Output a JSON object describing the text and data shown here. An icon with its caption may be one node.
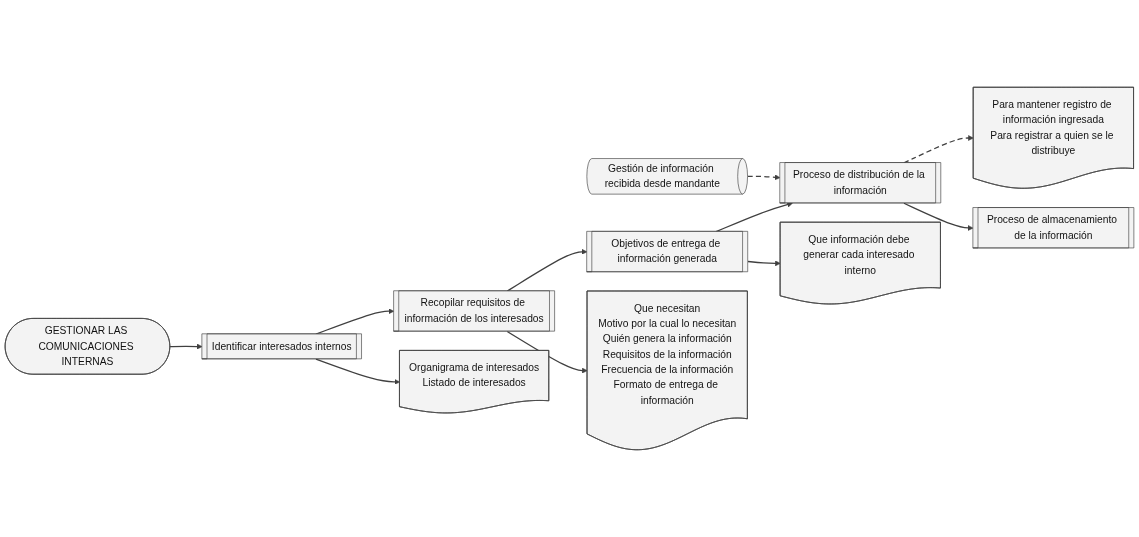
{
  "diagram": {
    "nodes": [
      {
        "text": [
          "Gestión de información recibida desde mandante"
        ]
      },
      {
        "text": [
          "Para mantener registro de información ingresada",
          "Para registrar a quien se le distribuye"
        ]
      },
      {
        "text": [
          "GESTIONAR LAS COMUNICACIONES INTERNAS"
        ]
      },
      {
        "text": [
          "Identificar interesados internos"
        ]
      },
      {
        "text": [
          "Recopilar requisitos de información de los interesados"
        ]
      },
      {
        "text": [
          "Objetivos de entrega de información generada"
        ]
      },
      {
        "text": [
          "Proceso de distribución de la información"
        ]
      },
      {
        "text": [
          "Organigrama de interesados",
          "Listado de interesados"
        ]
      },
      {
        "text": [
          "Que necesitan",
          "Motivo por la cual lo necesitan",
          "Quién genera la información",
          "Requisitos de la información",
          "Frecuencia de la información",
          "Formato de entrega de información"
        ]
      },
      {
        "text": [
          "Que información debe generar cada interesado interno"
        ]
      },
      {
        "text": [
          "Proceso de almacenamiento de la información"
        ]
      }
    ],
    "edges": [
      {
        "from": 2,
        "to": 3,
        "arrow": "to"
      },
      {
        "from": 3,
        "to": 4,
        "arrow": "to"
      },
      {
        "from": 4,
        "to": 5,
        "arrow": "to"
      },
      {
        "from": 5,
        "to": 6,
        "arrow": "to"
      },
      {
        "from": 0,
        "to": 6,
        "arrow": "to",
        "style": "dashed"
      },
      {
        "from": 6,
        "to": 1,
        "arrow": "to",
        "style": "dashed"
      },
      {
        "from": 3,
        "to": 7,
        "arrow": "to"
      },
      {
        "from": 4,
        "to": 8,
        "arrow": "to"
      },
      {
        "from": 5,
        "to": 9,
        "arrow": "to"
      },
      {
        "from": 6,
        "to": 10,
        "arrow": "to"
      }
    ]
  }
}
